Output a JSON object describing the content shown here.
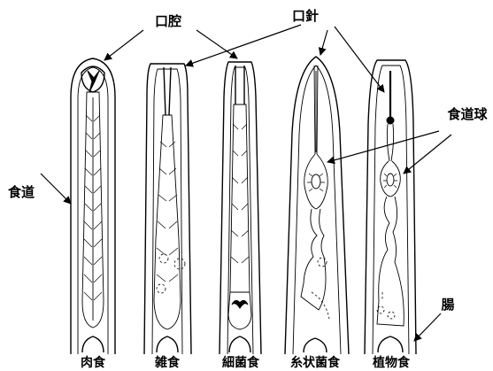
{
  "callouts": {
    "buccal_cavity": "口腔",
    "stylet": "口針",
    "esophagus": "食道",
    "median_bulb": "食道球",
    "intestine": "腸"
  },
  "feeding_types": [
    "肉食",
    "雑食",
    "細菌食",
    "糸状菌食",
    "植物食"
  ]
}
